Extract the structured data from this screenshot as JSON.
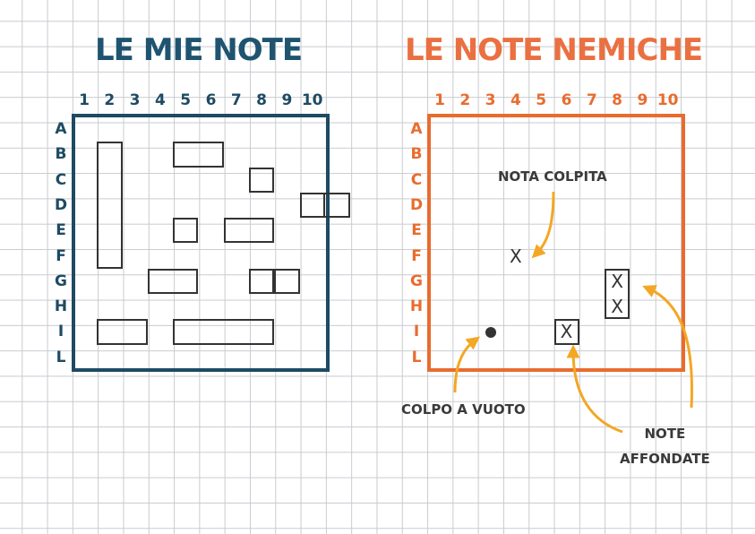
{
  "my_board": {
    "title": "LE MIE NOTE",
    "columns": [
      "1",
      "2",
      "3",
      "4",
      "5",
      "6",
      "7",
      "8",
      "9",
      "10"
    ],
    "rows": [
      "A",
      "B",
      "C",
      "D",
      "E",
      "F",
      "G",
      "H",
      "I",
      "L"
    ],
    "ships": [
      {
        "row": 1,
        "col": 1,
        "length": 5,
        "orientation": "vertical"
      },
      {
        "row": 1,
        "col": 4,
        "length": 2,
        "orientation": "horizontal"
      },
      {
        "row": 2,
        "col": 7,
        "length": 1,
        "orientation": "vertical"
      },
      {
        "row": 3,
        "col": 9,
        "length": 2,
        "orientation": "horizontal"
      },
      {
        "row": 3,
        "col": 9,
        "length": 1,
        "orientation": "horizontal"
      },
      {
        "row": 4,
        "col": 4,
        "length": 1,
        "orientation": "vertical"
      },
      {
        "row": 4,
        "col": 6,
        "length": 2,
        "orientation": "horizontal"
      },
      {
        "row": 6,
        "col": 3,
        "length": 2,
        "orientation": "horizontal"
      },
      {
        "row": 6,
        "col": 7,
        "length": 1,
        "orientation": "vertical"
      },
      {
        "row": 6,
        "col": 8,
        "length": 1,
        "orientation": "vertical"
      },
      {
        "row": 8,
        "col": 1,
        "length": 2,
        "orientation": "horizontal"
      },
      {
        "row": 8,
        "col": 4,
        "length": 4,
        "orientation": "horizontal"
      }
    ]
  },
  "enemy_board": {
    "title": "LE NOTE NEMICHE",
    "columns": [
      "1",
      "2",
      "3",
      "4",
      "5",
      "6",
      "7",
      "8",
      "9",
      "10"
    ],
    "rows": [
      "A",
      "B",
      "C",
      "D",
      "E",
      "F",
      "G",
      "H",
      "I",
      "L"
    ],
    "hit_mark": "X",
    "hits": [
      {
        "row": 5,
        "col": 3
      }
    ],
    "sunk": [
      {
        "row": 6,
        "col": 7,
        "length": 2,
        "orientation": "vertical"
      },
      {
        "row": 8,
        "col": 5,
        "length": 1,
        "orientation": "vertical"
      }
    ],
    "misses": [
      {
        "row": 8,
        "col": 2
      }
    ],
    "annotations": {
      "hit": "NOTA COLPITA",
      "miss": "COLPO A VUOTO",
      "sunk": "NOTE\nAFFONDATE"
    }
  },
  "colors": {
    "my_board": "#1e4a63",
    "my_title": "#1e5470",
    "enemy_board": "#e86c2e",
    "enemy_title": "#ea7041",
    "arrow": "#f3a724"
  }
}
